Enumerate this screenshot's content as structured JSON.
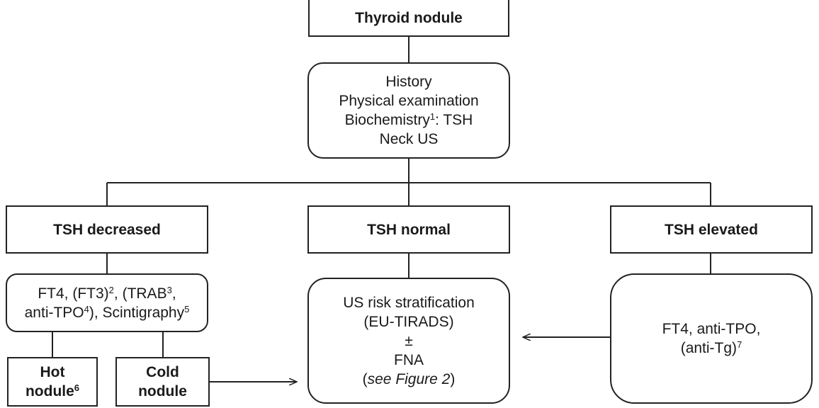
{
  "nodes": {
    "thyroid_nodule": {
      "text": "Thyroid nodule"
    },
    "workup": {
      "line1": "History",
      "line2": "Physical examination",
      "line3_pre": "Biochemistry",
      "line3_sup": "1",
      "line3_post": ": TSH",
      "line4": "Neck US"
    },
    "tsh_decreased": {
      "text": "TSH decreased"
    },
    "tsh_normal": {
      "text": "TSH normal"
    },
    "tsh_elevated": {
      "text": "TSH elevated"
    },
    "decreased_tests": {
      "l1_a": "FT4, (FT3)",
      "l1_sup1": "2",
      "l1_b": ", (TRAB",
      "l1_sup2": "3",
      "l1_c": ",",
      "l2_a": "anti-TPO",
      "l2_sup1": "4",
      "l2_b": "), Scintigraphy",
      "l2_sup2": "5"
    },
    "us_risk": {
      "line1": "US risk stratification",
      "line2": "(EU-TIRADS)",
      "line3": "±",
      "line4": "FNA",
      "line5_open": "(",
      "line5_italic": "see Figure 2",
      "line5_close": ")"
    },
    "elevated_tests": {
      "line1": "FT4, anti-TPO,",
      "line2_pre": "(anti-Tg)",
      "line2_sup": "7"
    },
    "hot_nodule": {
      "line1": "Hot",
      "line2": "nodule",
      "sup": "6"
    },
    "cold_nodule": {
      "line1": "Cold",
      "line2": "nodule"
    }
  }
}
